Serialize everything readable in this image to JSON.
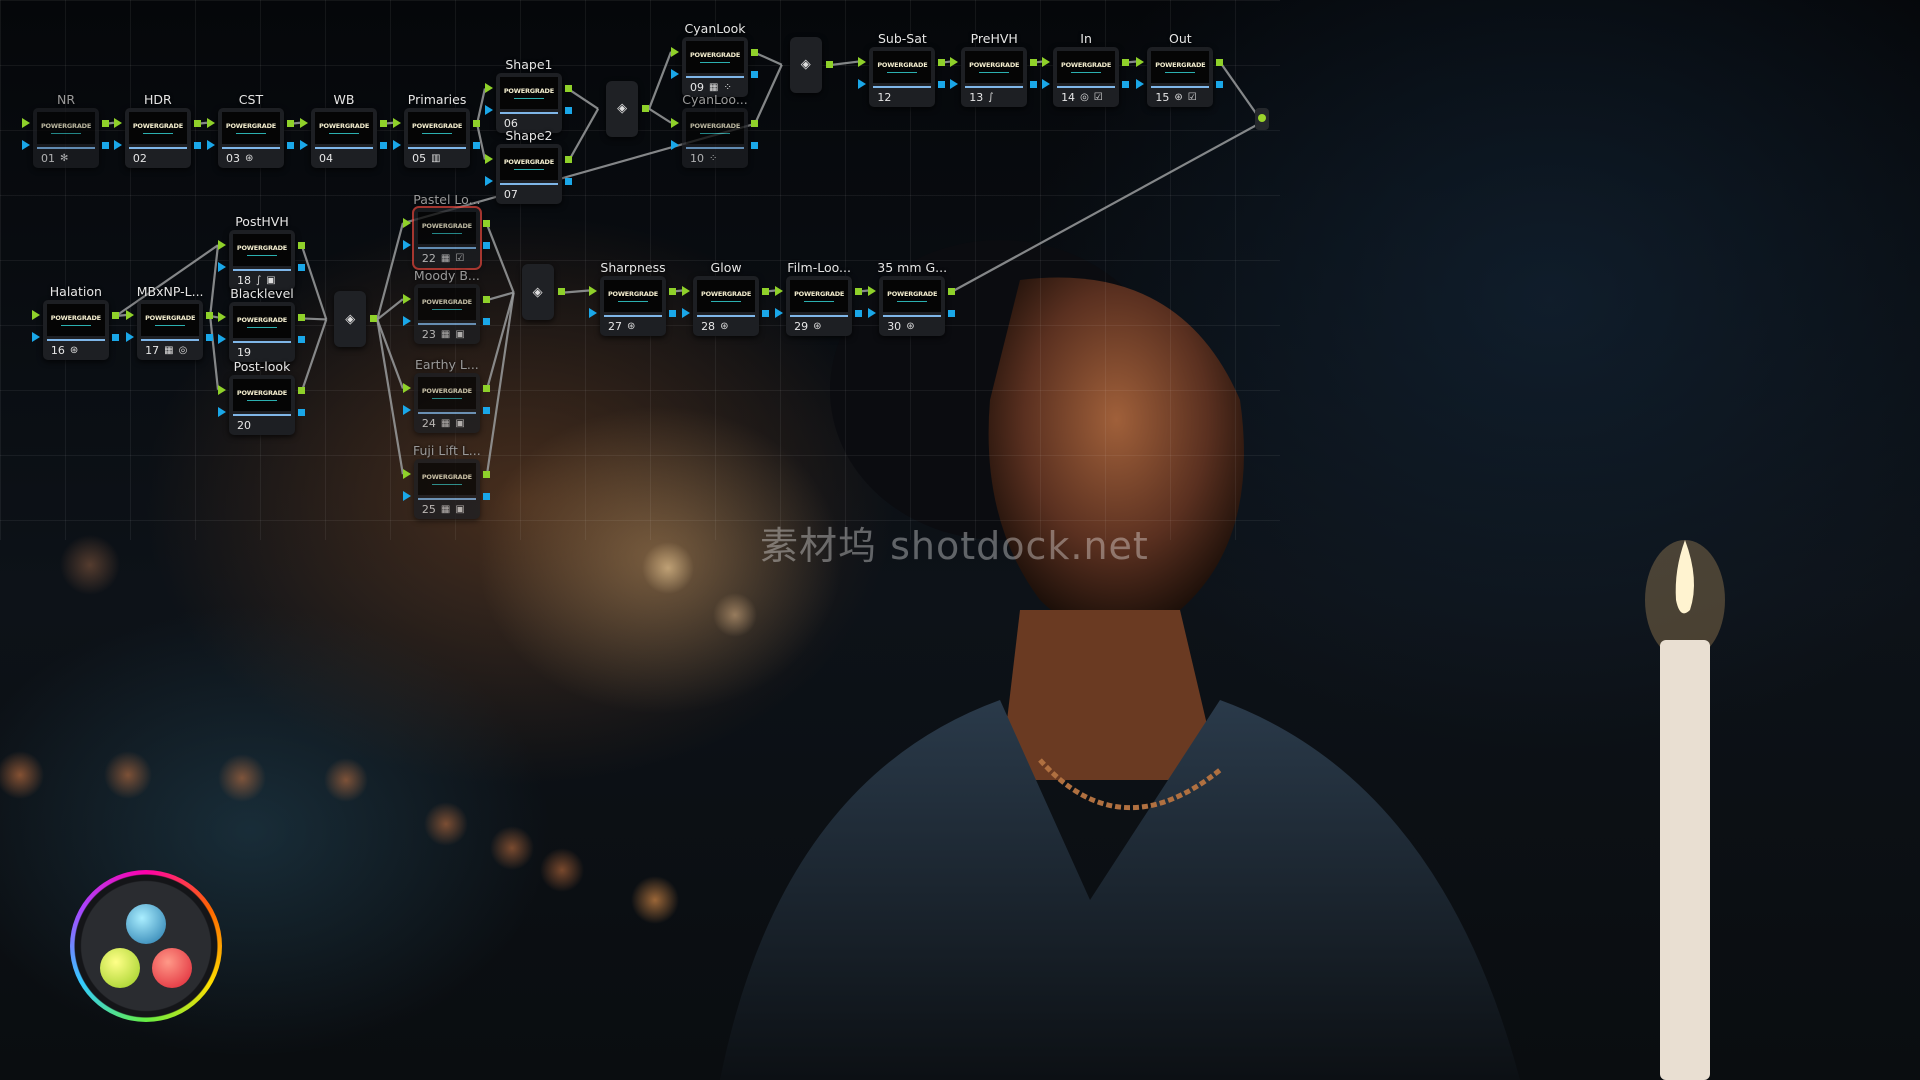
{
  "watermark": "素材坞 shotdock.net",
  "thumbnail_text": "POWERGRADE",
  "logo": "DaVinci Resolve",
  "colors": {
    "connection_green": "#8fd12a",
    "connection_blue": "#1aa7e8",
    "selected_node_border": "#d9443a"
  },
  "nodes": [
    {
      "id": "01",
      "label": "NR",
      "icons": [
        "blur-icon"
      ],
      "dim": true
    },
    {
      "id": "02",
      "label": "HDR",
      "icons": []
    },
    {
      "id": "03",
      "label": "CST",
      "icons": [
        "fx-icon"
      ]
    },
    {
      "id": "04",
      "label": "WB",
      "icons": []
    },
    {
      "id": "05",
      "label": "Primaries",
      "icons": [
        "bars-icon"
      ]
    },
    {
      "id": "06",
      "label": "Shape1",
      "icons": []
    },
    {
      "id": "07",
      "label": "Shape2",
      "icons": []
    },
    {
      "id": "09",
      "label": "CyanLook",
      "icons": [
        "grid-icon",
        "dots-icon"
      ]
    },
    {
      "id": "10",
      "label": "CyanLoo...",
      "icons": [
        "dots-icon"
      ],
      "dim": true
    },
    {
      "id": "12",
      "label": "Sub-Sat",
      "icons": []
    },
    {
      "id": "13",
      "label": "PreHVH",
      "icons": [
        "curve-icon"
      ]
    },
    {
      "id": "14",
      "label": "In",
      "icons": [
        "circle-icon",
        "checkbox-icon"
      ]
    },
    {
      "id": "15",
      "label": "Out",
      "icons": [
        "fx-icon",
        "checkbox-icon"
      ]
    },
    {
      "id": "16",
      "label": "Halation",
      "icons": [
        "fx-icon"
      ]
    },
    {
      "id": "17",
      "label": "MBxNP-L...",
      "icons": [
        "grid-icon",
        "circle-icon"
      ]
    },
    {
      "id": "18",
      "label": "PostHVH",
      "icons": [
        "curve-icon",
        "image-icon"
      ]
    },
    {
      "id": "19",
      "label": "Blacklevel",
      "icons": []
    },
    {
      "id": "20",
      "label": "Post-look",
      "icons": []
    },
    {
      "id": "22",
      "label": "Pastel Lo...",
      "icons": [
        "grid-icon",
        "checkbox-icon"
      ],
      "dim": true,
      "selected": true
    },
    {
      "id": "23",
      "label": "Moody B...",
      "icons": [
        "grid-icon",
        "image-icon"
      ],
      "dim": true
    },
    {
      "id": "24",
      "label": "Earthy L...",
      "icons": [
        "grid-icon",
        "image-icon"
      ],
      "dim": true
    },
    {
      "id": "25",
      "label": "Fuji Lift L...",
      "icons": [
        "grid-icon",
        "image-icon"
      ],
      "dim": true
    },
    {
      "id": "27",
      "label": "Sharpness",
      "icons": [
        "fx-icon"
      ]
    },
    {
      "id": "28",
      "label": "Glow",
      "icons": [
        "fx-icon"
      ]
    },
    {
      "id": "29",
      "label": "Film-Loo...",
      "icons": [
        "fx-icon"
      ]
    },
    {
      "id": "30",
      "label": "35 mm G...",
      "icons": [
        "fx-icon"
      ]
    }
  ],
  "mixers": [
    "layer-mixer-1",
    "layer-mixer-2",
    "layer-mixer-3",
    "layer-mixer-4"
  ],
  "connections": [
    [
      "01",
      "02"
    ],
    [
      "02",
      "03"
    ],
    [
      "03",
      "04"
    ],
    [
      "04",
      "05"
    ],
    [
      "05",
      "06"
    ],
    [
      "05",
      "07"
    ],
    [
      "06",
      "M1"
    ],
    [
      "07",
      "M1"
    ],
    [
      "M1",
      "09"
    ],
    [
      "M1",
      "10"
    ],
    [
      "09",
      "M2"
    ],
    [
      "10",
      "M2"
    ],
    [
      "M2",
      "12"
    ],
    [
      "12",
      "13"
    ],
    [
      "13",
      "14"
    ],
    [
      "14",
      "15"
    ],
    [
      "15",
      "OUT"
    ],
    [
      "10",
      "22"
    ],
    [
      "16",
      "17"
    ],
    [
      "17",
      "18"
    ],
    [
      "17",
      "19"
    ],
    [
      "17",
      "20"
    ],
    [
      "16",
      "18"
    ],
    [
      "18",
      "M3"
    ],
    [
      "19",
      "M3"
    ],
    [
      "20",
      "M3"
    ],
    [
      "M3",
      "22"
    ],
    [
      "M3",
      "23"
    ],
    [
      "M3",
      "24"
    ],
    [
      "M3",
      "25"
    ],
    [
      "22",
      "M4"
    ],
    [
      "23",
      "M4"
    ],
    [
      "24",
      "M4"
    ],
    [
      "25",
      "M4"
    ],
    [
      "M4",
      "27"
    ],
    [
      "27",
      "28"
    ],
    [
      "28",
      "29"
    ],
    [
      "29",
      "30"
    ],
    [
      "30",
      "OUT"
    ]
  ]
}
